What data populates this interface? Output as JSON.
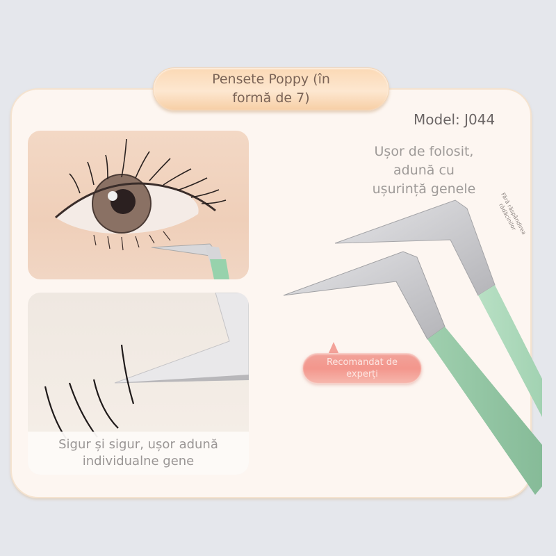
{
  "header": {
    "title": "Pensete Poppy (în formă de 7)",
    "title_line1": "Pensete Poppy (în",
    "title_line2": "formă de 7)"
  },
  "product": {
    "model_label": "Model: J044"
  },
  "features": {
    "main_text": "Ușor de folosit, adună cu ușurință genele",
    "main_line1": "Ușor de folosit,",
    "main_line2": "adună cu",
    "main_line3": "ușurință genele",
    "rotated_note_line1": "Fără răspândirea",
    "rotated_note_line2": "rădăcinilor"
  },
  "badge": {
    "label": "Recomandat de experți",
    "line1": "Recomandat de",
    "line2": "experți"
  },
  "images": [
    {
      "name": "eye-lash-photo",
      "alt": "eye with lashes and tweezers"
    },
    {
      "name": "lash-cluster-photo",
      "alt": "individual lashes picked by tweezers",
      "caption": "Sigur și sigur, ușor adună individualne gene",
      "caption_line1": "Sigur și sigur, ușor adună",
      "caption_line2": "individualne gene"
    }
  ],
  "colors": {
    "background": "#e5e7ec",
    "card": "#fdf6f1",
    "title_pill": "#fbd9b5",
    "badge": "#f3968c",
    "handle_green": "#8fc4a0",
    "handle_green_light": "#a9d6b7",
    "metal": "#c9c9cc"
  }
}
